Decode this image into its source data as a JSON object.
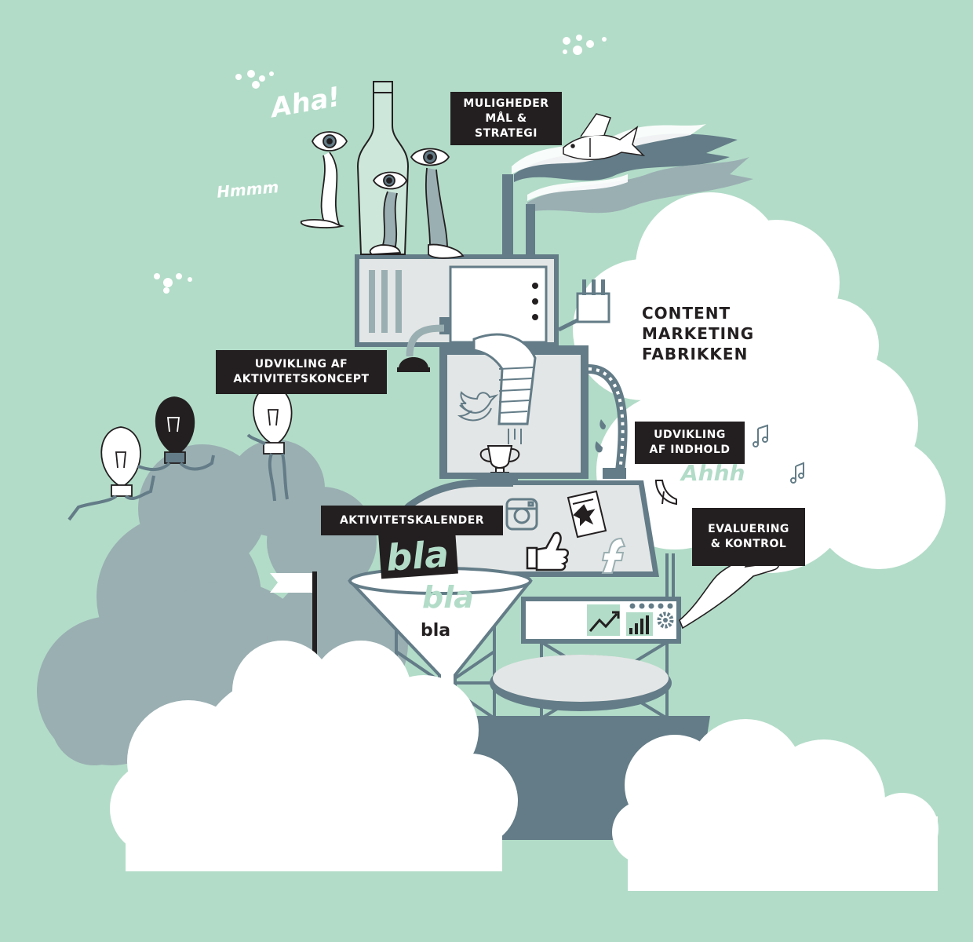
{
  "labels": {
    "mission_strategy": [
      "MULIGHEDER",
      "MÅL &",
      "STRATEGI"
    ],
    "concept_development": [
      "UDVIKLING AF",
      "AKTIVITETSKONCEPT"
    ],
    "content_development": [
      "UDVIKLING",
      "AF INDHOLD"
    ],
    "activity_calendar": "AKTIVITETSKALENDER",
    "evaluation_control": [
      "EVALUERING",
      "& KONTROL"
    ]
  },
  "factory_title": [
    "CONTENT",
    "MARKETING",
    "FABRIKKEN"
  ],
  "exclamations": {
    "aha": "Aha!",
    "hmmm": "Hmmm",
    "ahhh": "Ahhh"
  },
  "funnel_words": [
    "bla",
    "bla",
    "bla"
  ],
  "icons": [
    "twitter-icon",
    "trophy-icon",
    "instagram-icon",
    "newspaper-icon",
    "thumbs-up-icon",
    "facebook-icon",
    "trend-chart-icon",
    "bar-chart-icon",
    "gear-icon",
    "lightbulb-icon",
    "eye-icon",
    "bottle-icon",
    "fish-icon",
    "flag-icon",
    "music-note-icon",
    "high-heel-icon",
    "hand-icon"
  ],
  "colors": {
    "background": "#b2dcc8",
    "slate": "#637c87",
    "grey_cloud": "#9aafb2",
    "machine_fill": "#e3e6e6",
    "label_black": "#231f20",
    "cloud_white": "#ffffff"
  }
}
